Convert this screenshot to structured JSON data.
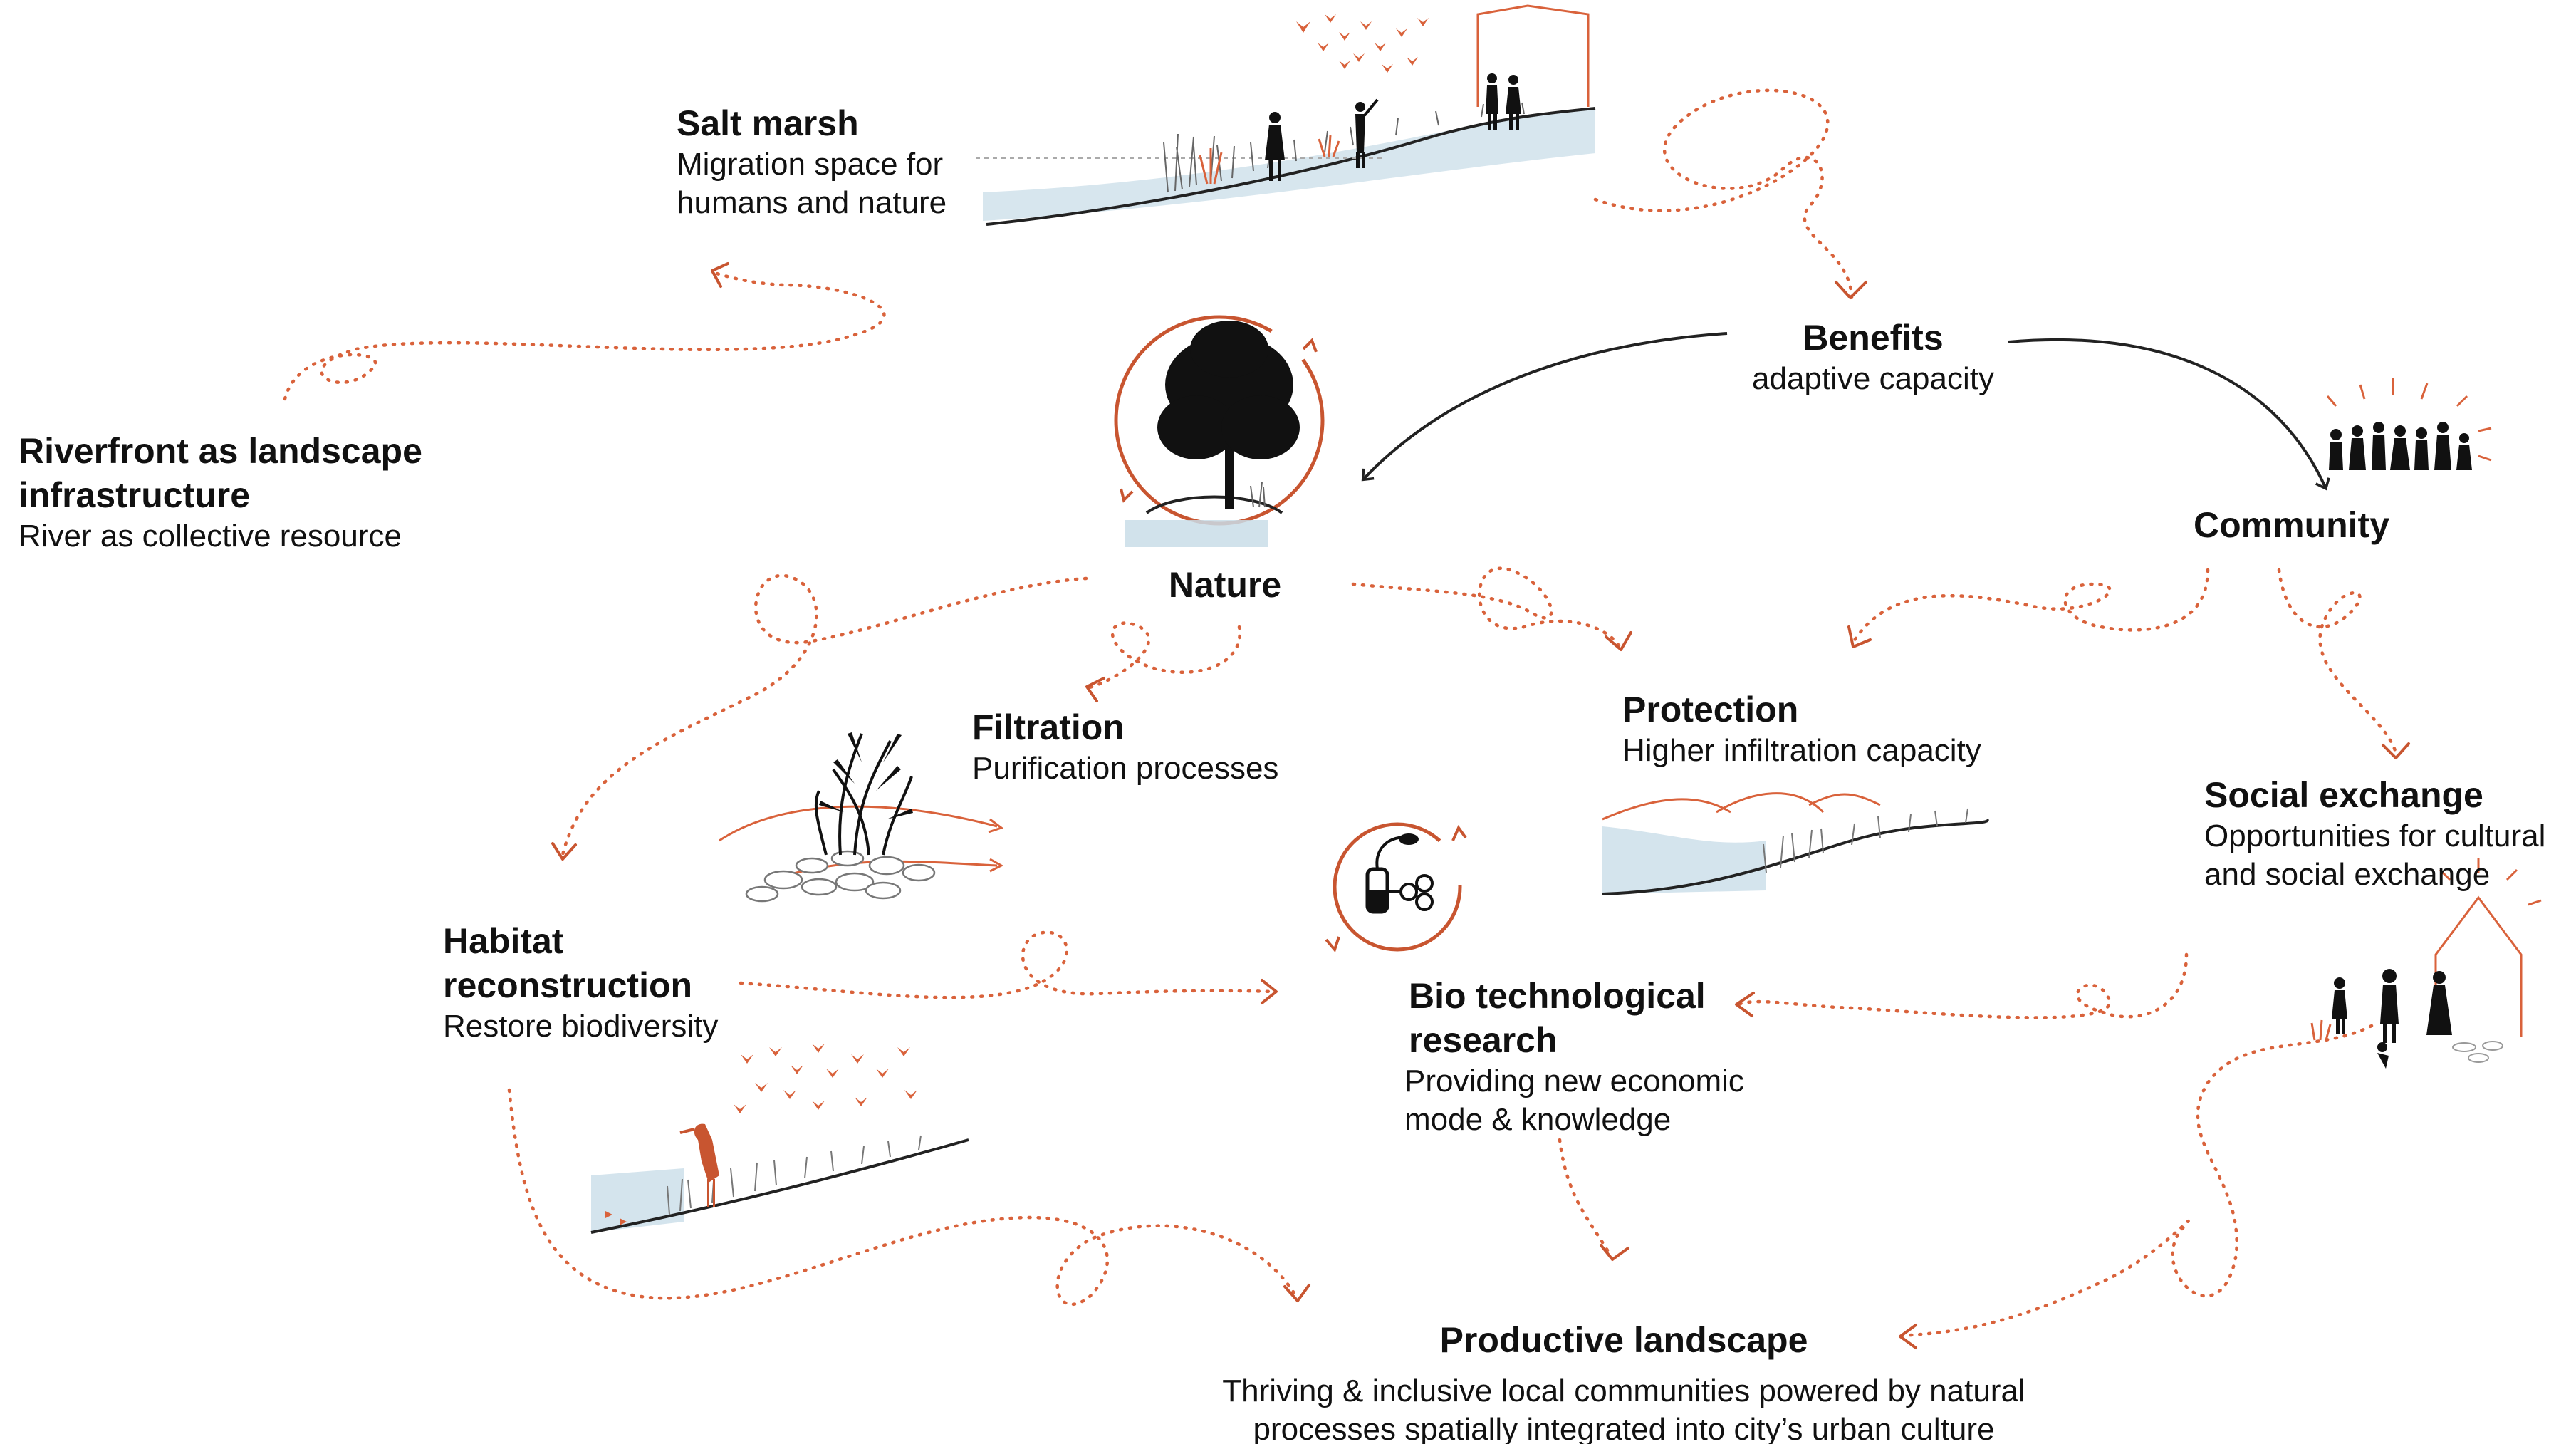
{
  "colors": {
    "accent": "#d9623b",
    "text": "#111111",
    "water": "#c9dde8"
  },
  "nodes": {
    "salt_marsh": {
      "title": "Salt marsh",
      "sub1": "Migration space for",
      "sub2": "humans and nature"
    },
    "riverfront": {
      "title1": "Riverfront as landscape",
      "title2": "infrastructure",
      "sub": "River as collective resource"
    },
    "benefits": {
      "title": "Benefits",
      "sub": "adaptive capacity"
    },
    "nature": {
      "title": "Nature"
    },
    "community": {
      "title": "Community"
    },
    "filtration": {
      "title": "Filtration",
      "sub": "Purification processes"
    },
    "protection": {
      "title": "Protection",
      "sub": "Higher infiltration capacity"
    },
    "social_exchange": {
      "title": "Social exchange",
      "sub1": "Opportunities for cultural",
      "sub2": "and social exchange"
    },
    "habitat": {
      "title1": "Habitat",
      "title2": "reconstruction",
      "sub": "Restore biodiversity"
    },
    "biotech": {
      "title1": "Bio technological",
      "title2": "research",
      "sub1": "Providing new economic",
      "sub2": "mode & knowledge"
    },
    "productive": {
      "title": "Productive landscape",
      "sub1": "Thriving & inclusive local communities powered by natural",
      "sub2": "processes spatially integrated into city’s urban culture"
    }
  },
  "icons": [
    "salt-marsh-illustration",
    "tree-icon",
    "community-people-icon",
    "reeds-illustration",
    "biotech-icon",
    "protection-illustration",
    "social-house-illustration",
    "heron-habitat-illustration",
    "birds-icon"
  ]
}
